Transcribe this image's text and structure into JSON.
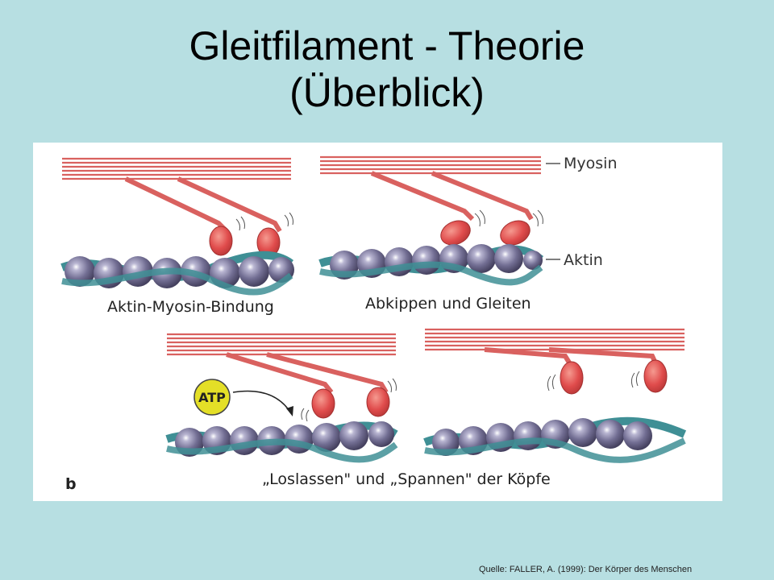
{
  "slide": {
    "title_line1": "Gleitfilament - Theorie",
    "title_line2": "(Überblick)",
    "source": "Quelle: FALLER, A. (1999): Der Körper des Menschen"
  },
  "figure": {
    "label_myosin": "Myosin",
    "label_aktin": "Aktin",
    "caption_1": "Aktin-Myosin-Bindung",
    "caption_2": "Abkippen und Gleiten",
    "caption_3": "„Loslassen\" und „Spannen\" der Köpfe",
    "atp_label": "ATP",
    "panel_letter": "b"
  },
  "colors": {
    "background": "#b7dfe2",
    "myosin": "#d9615f",
    "myosin_head": "#e04c4c",
    "actin_bead": "#6d6a8c",
    "actin_strand": "#3f8f95",
    "atp": "#e4df27"
  }
}
